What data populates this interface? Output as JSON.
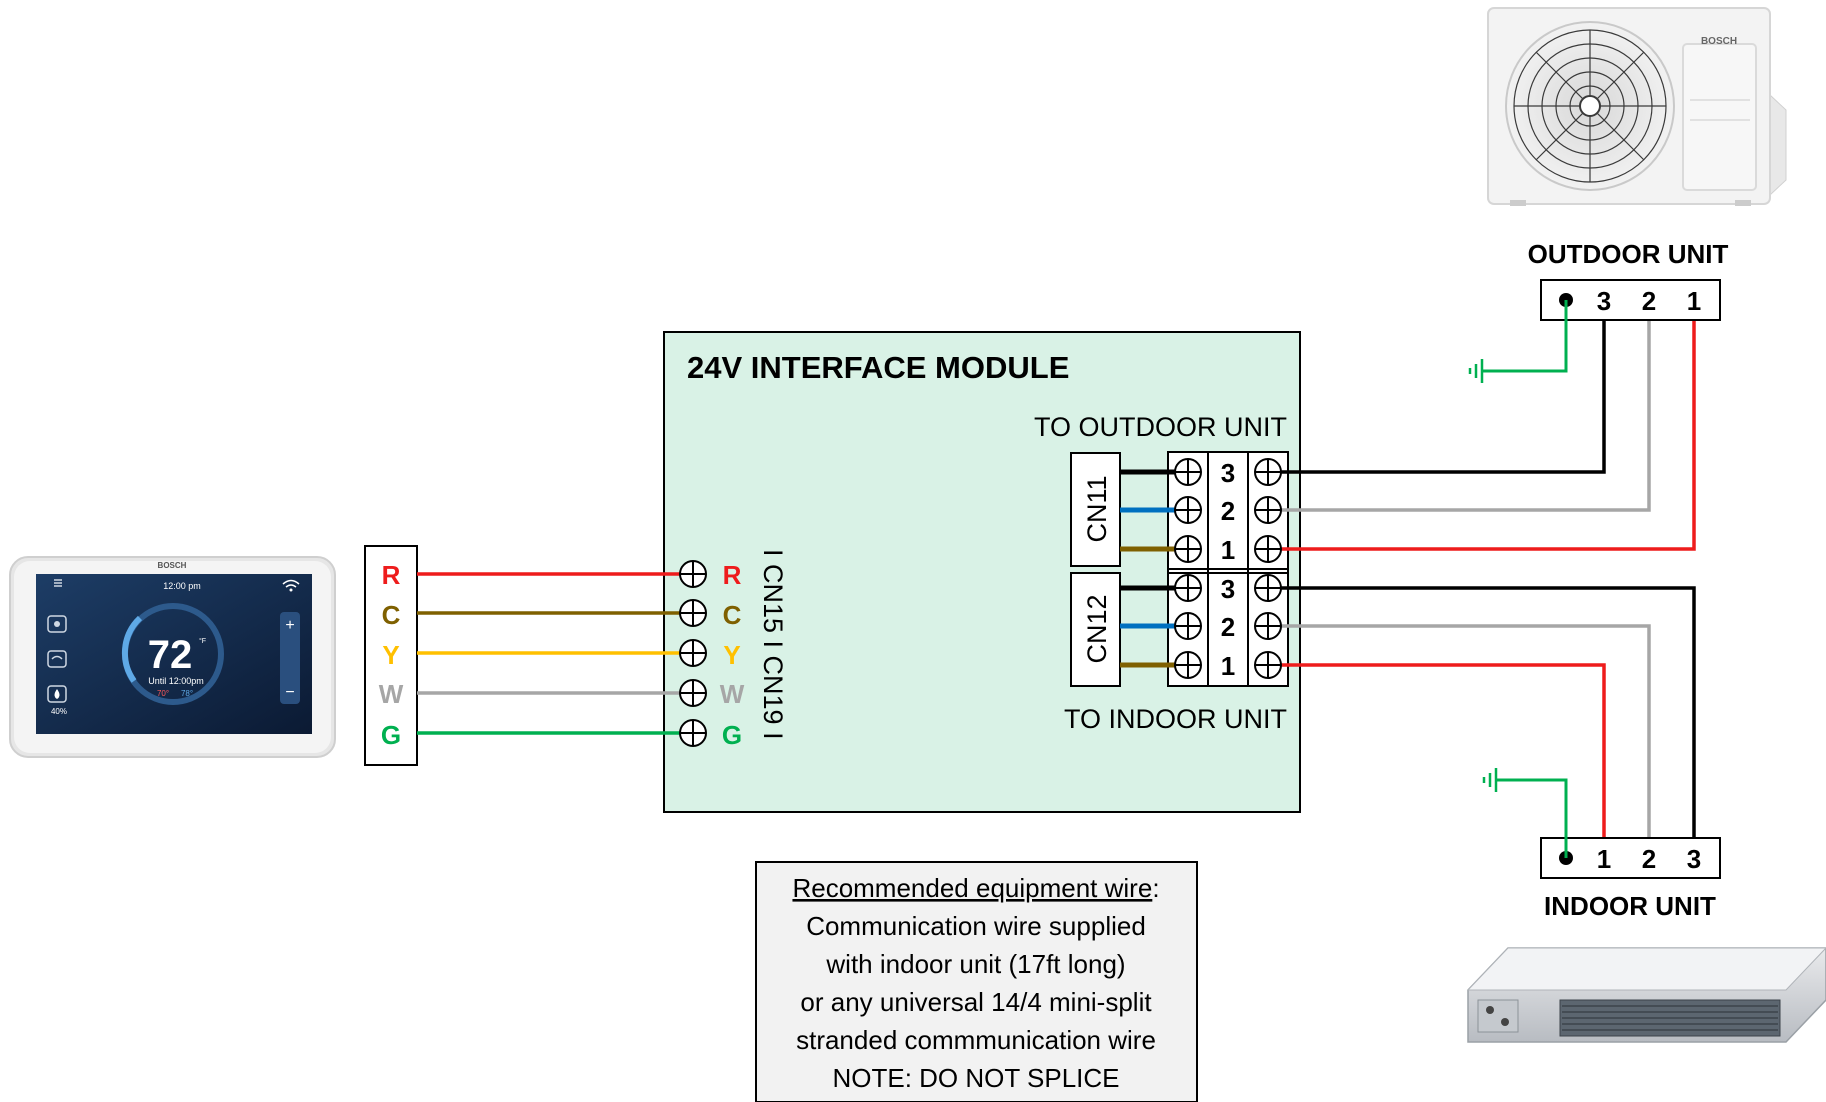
{
  "thermostat": {
    "brand": "BOSCH",
    "time": "12:00 pm",
    "temperature": "72",
    "unit": "°F",
    "until": "Until 12:00pm",
    "heat_setpoint": "70°",
    "cool_setpoint": "78°",
    "humidity": "40%",
    "plus": "+",
    "minus": "−"
  },
  "thermostat_terminals": {
    "R": "R",
    "C": "C",
    "Y": "Y",
    "W": "W",
    "G": "G"
  },
  "module": {
    "title": "24V INTERFACE MODULE",
    "to_outdoor": "TO OUTDOOR UNIT",
    "to_indoor": "TO INDOOR UNIT",
    "cn11": "CN11",
    "cn12": "CN12",
    "cn15_cn19": "I CN15 I CN19 I",
    "cn11_terminals": {
      "t3": "3",
      "t2": "2",
      "t1": "1"
    },
    "cn12_terminals": {
      "t3": "3",
      "t2": "2",
      "t1": "1"
    },
    "input_terminals": {
      "R": "R",
      "C": "C",
      "Y": "Y",
      "W": "W",
      "G": "G"
    }
  },
  "outdoor_unit": {
    "label": "OUTDOOR UNIT",
    "brand": "BOSCH",
    "terminals": {
      "t3": "3",
      "t2": "2",
      "t1": "1"
    }
  },
  "indoor_unit": {
    "label": "INDOOR UNIT",
    "terminals": {
      "t1": "1",
      "t2": "2",
      "t3": "3"
    }
  },
  "note": {
    "heading": "Recommended equipment wire",
    "heading_suffix": ":",
    "line1": "Communication wire supplied",
    "line2": "with indoor unit (17ft long)",
    "line3": "or any universal 14/4 mini-split",
    "line4": "stranded commmunication wire",
    "line5": "NOTE:  DO NOT SPLICE"
  },
  "colors": {
    "R": "#ee1c1c",
    "C": "#7f6000",
    "Y": "#ffc000",
    "W": "#a6a6a6",
    "G": "#00b050",
    "black": "#000000",
    "blue": "#0070c0",
    "module_fill": "#d9f2e6"
  }
}
